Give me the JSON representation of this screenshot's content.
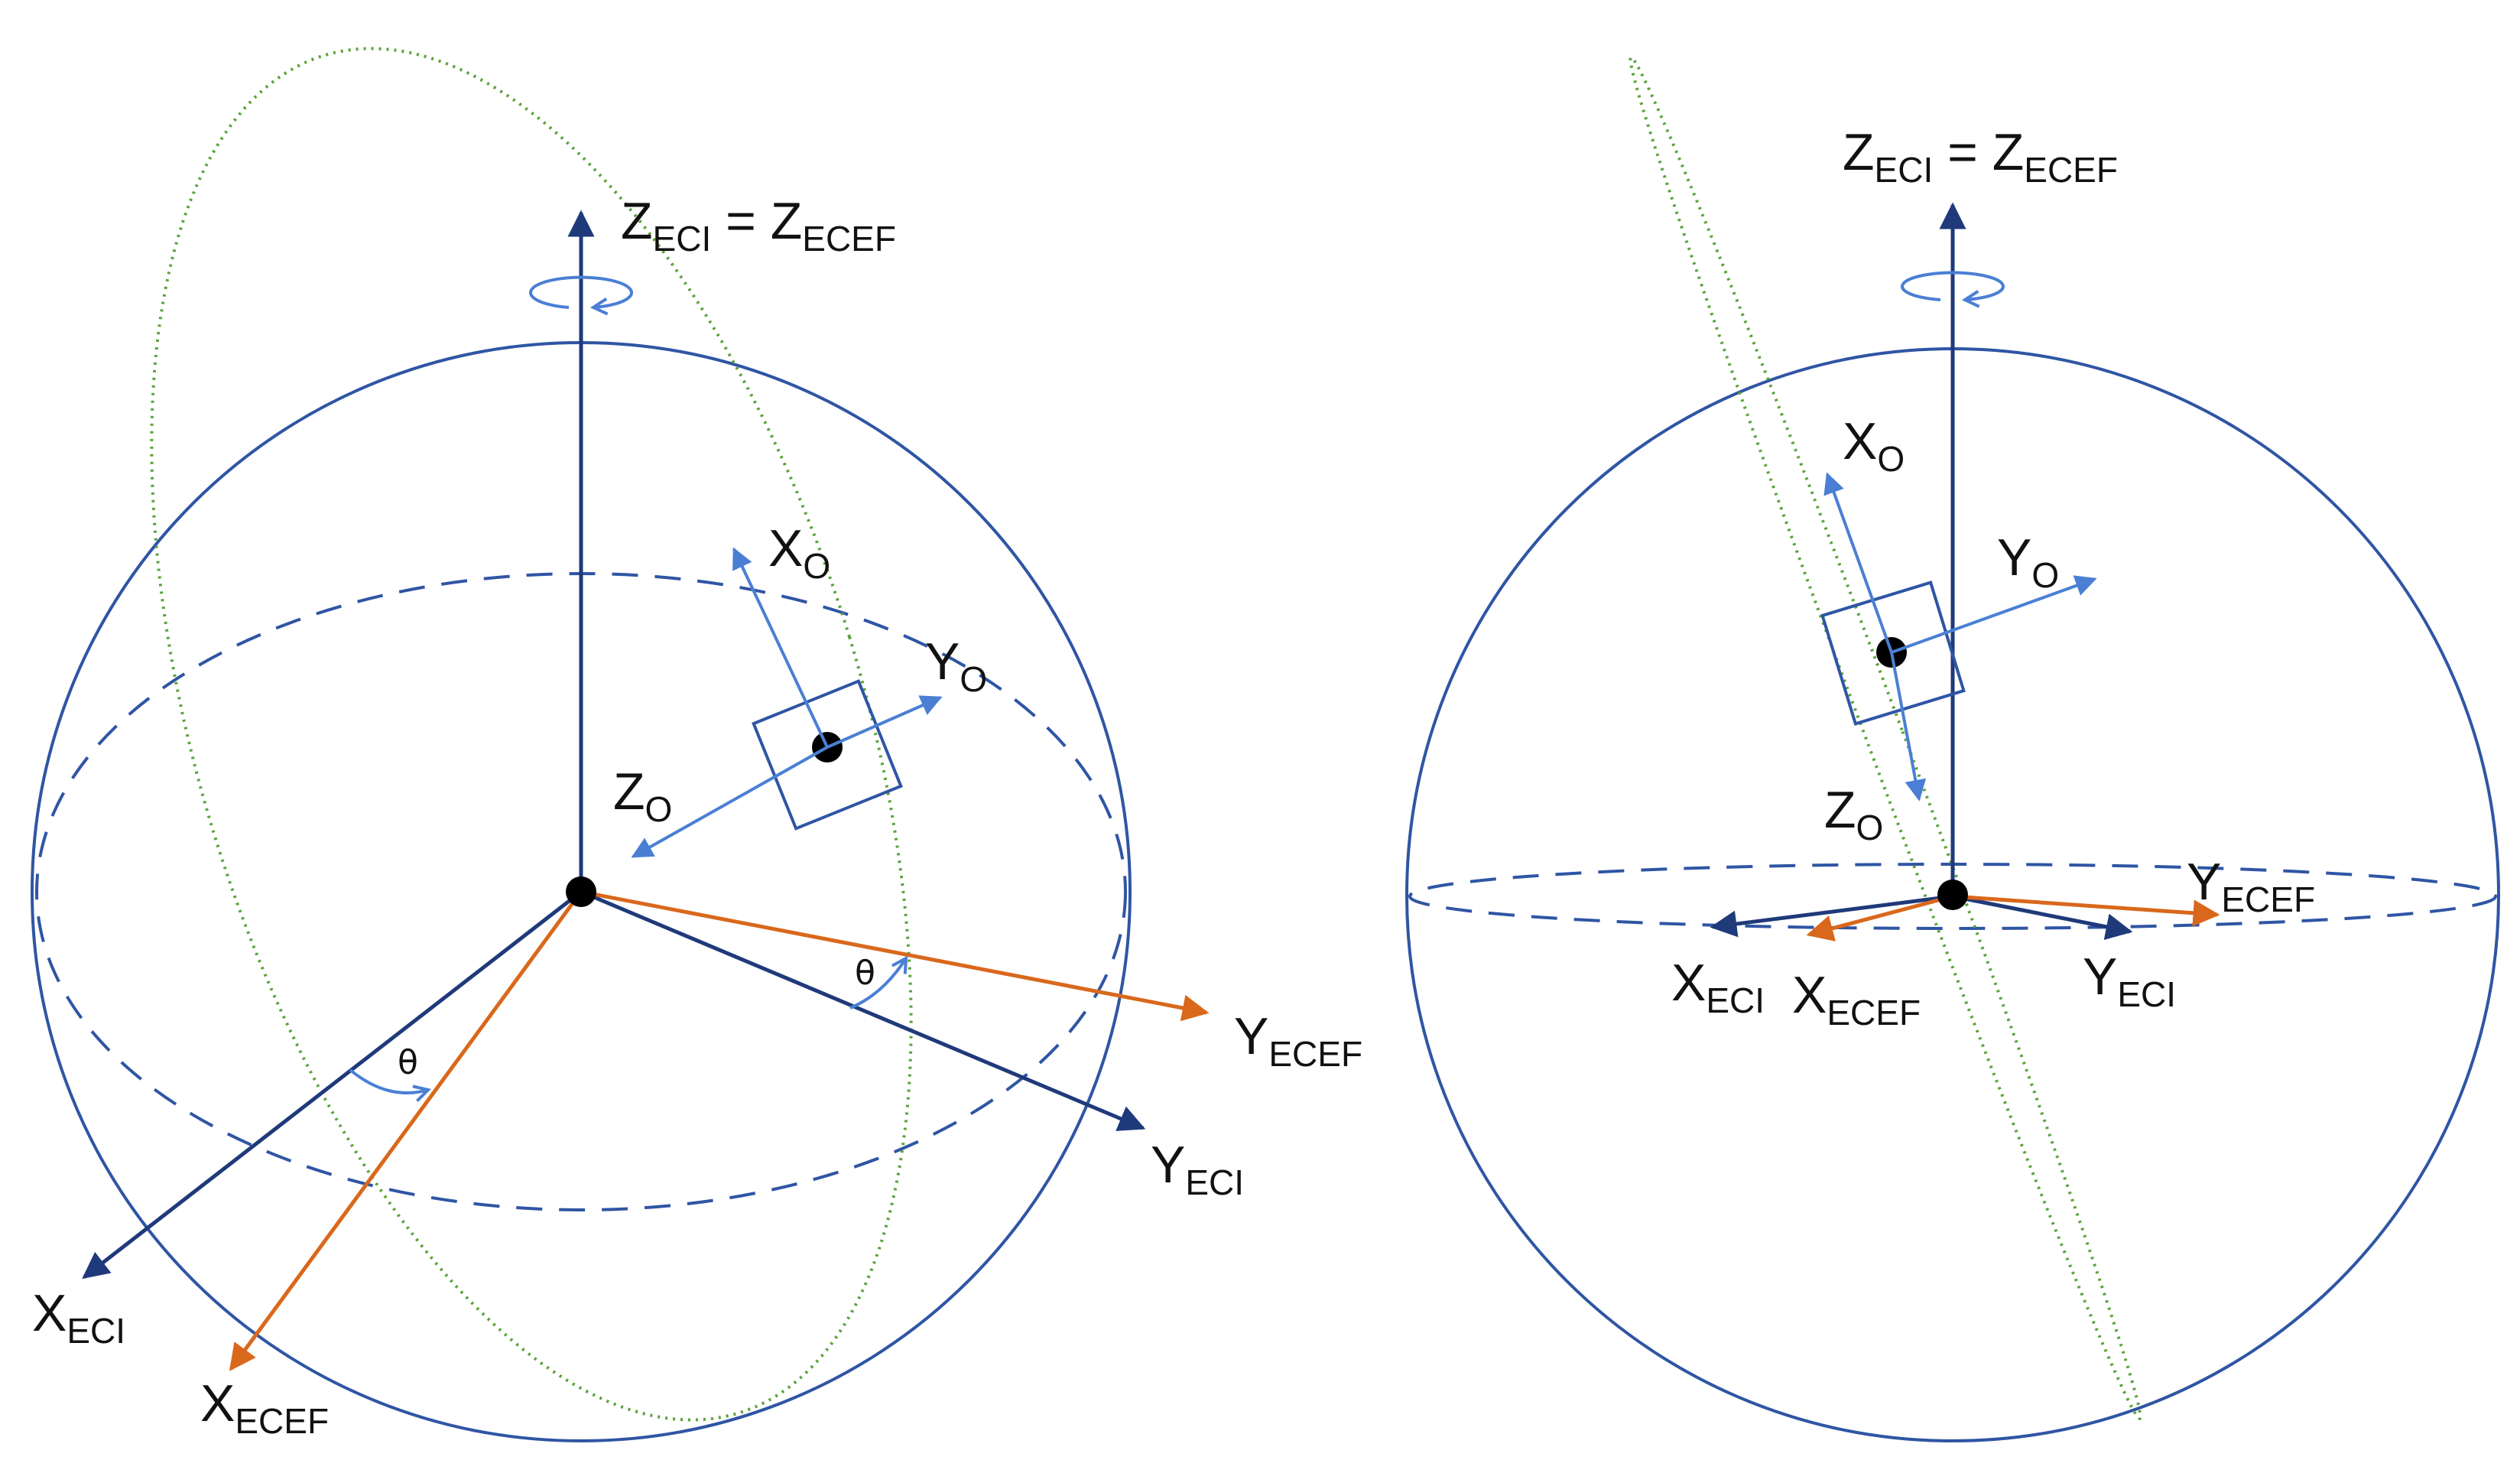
{
  "colors": {
    "sphere": "#2f55a4",
    "eci_axis": "#1f3a7a",
    "ecef_axis": "#d9681c",
    "orbital_axis": "#4a7fd4",
    "orbit_path": "#5aa33a",
    "satellite": "#000000"
  },
  "icons": {
    "rotation": "rotation-arrow-icon",
    "satellite": "satellite-body-icon"
  },
  "left": {
    "z_label": {
      "main": "Z",
      "sub": "ECI",
      "eq": " = ",
      "main2": "Z",
      "sub2": "ECEF"
    },
    "x_eci": {
      "main": "X",
      "sub": "ECI"
    },
    "x_ecef": {
      "main": "X",
      "sub": "ECEF"
    },
    "y_eci": {
      "main": "Y",
      "sub": "ECI"
    },
    "y_ecef": {
      "main": "Y",
      "sub": "ECEF"
    },
    "x_o": {
      "main": "X",
      "sub": "O"
    },
    "y_o": {
      "main": "Y",
      "sub": "O"
    },
    "z_o": {
      "main": "Z",
      "sub": "O"
    },
    "theta": "θ"
  },
  "right": {
    "z_label": {
      "main": "Z",
      "sub": "ECI",
      "eq": " = ",
      "main2": "Z",
      "sub2": "ECEF"
    },
    "x_eci": {
      "main": "X",
      "sub": "ECI"
    },
    "x_ecef": {
      "main": "X",
      "sub": "ECEF"
    },
    "y_eci": {
      "main": "Y",
      "sub": "ECI"
    },
    "y_ecef": {
      "main": "Y",
      "sub": "ECEF"
    },
    "x_o": {
      "main": "X",
      "sub": "O"
    },
    "y_o": {
      "main": "Y",
      "sub": "O"
    },
    "z_o": {
      "main": "Z",
      "sub": "O"
    }
  }
}
